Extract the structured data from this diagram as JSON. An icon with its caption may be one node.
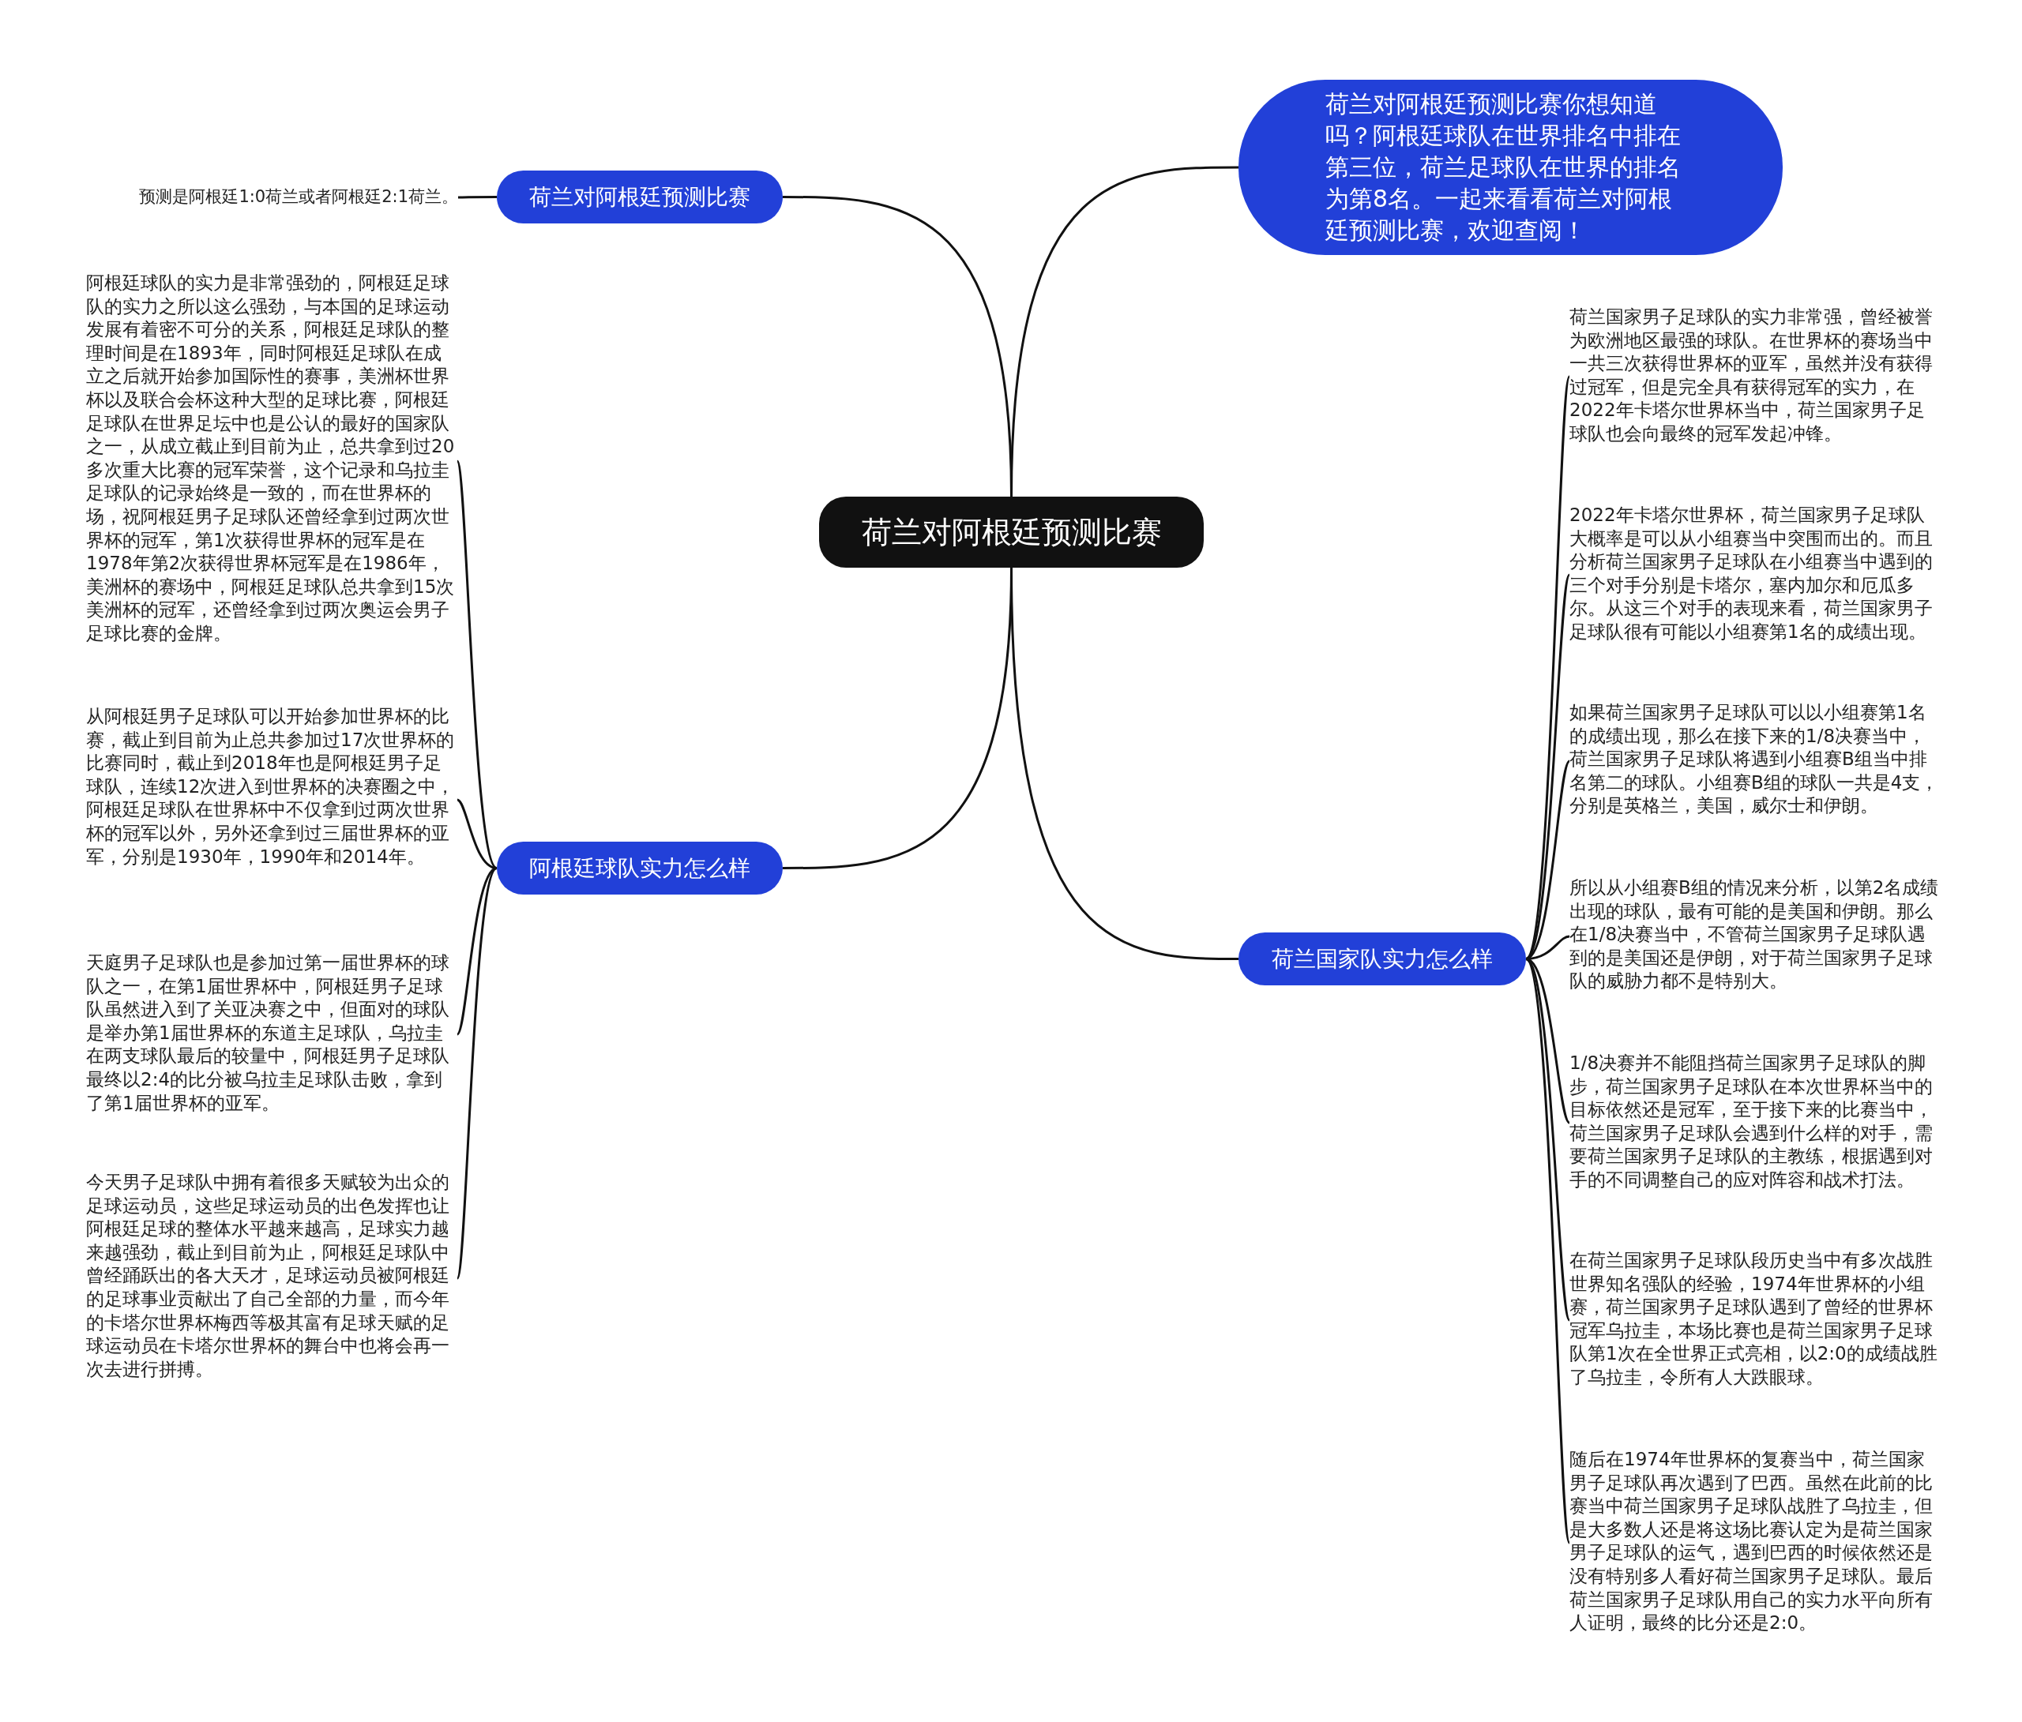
{
  "diagram": {
    "nodes": [
      {
        "text": [
          "荷兰对阿根廷预测比赛"
        ]
      },
      {
        "text": [
          "荷兰对阿根廷预测比赛你想知道吗？阿根廷球队在世界排名中排在第三位，荷兰足球队在世界的排名为第8名。一起来看看荷兰对阿根廷预测比赛，欢迎查阅！"
        ]
      },
      {
        "text": [
          "荷兰对阿根廷预测比赛"
        ]
      },
      {
        "text": [
          "预测是阿根廷1:0荷兰或者阿根廷2:1荷兰。"
        ]
      },
      {
        "text": [
          "阿根廷球队实力怎么样"
        ]
      },
      {
        "text": [
          "阿根廷球队的实力是非常强劲的，阿根廷足球队的实力之所以这么强劲，与本国的足球运动发展有着密不可分的关系，阿根廷足球队的整理时间是在1893年，同时阿根廷足球队在成立之后就开始参加国际性的赛事，美洲杯世界杯以及联合会杯这种大型的足球比赛，阿根廷足球队在世界足坛中也是公认的最好的国家队之一，从成立截止到目前为止，总共拿到过20多次重大比赛的冠军荣誉，这个记录和乌拉圭足球队的记录始终是一致的，而在世界杯的场，祝阿根廷男子足球队还曾经拿到过两次世界杯的冠军，第1次获得世界杯的冠军是在1978年第2次获得世界杯冠军是在1986年，美洲杯的赛场中，阿根廷足球队总共拿到15次美洲杯的冠军，还曾经拿到过两次奥运会男子足球比赛的金牌。"
        ]
      },
      {
        "text": [
          "从阿根廷男子足球队可以开始参加世界杯的比赛，截止到目前为止总共参加过17次世界杯的比赛同时，截止到2018年也是阿根廷男子足球队，连续12次进入到世界杯的决赛圈之中，阿根廷足球队在世界杯中不仅拿到过两次世界杯的冠军以外，另外还拿到过三届世界杯的亚军，分别是1930年，1990年和2014年。"
        ]
      },
      {
        "text": [
          "天庭男子足球队也是参加过第一届世界杯的球队之一，在第1届世界杯中，阿根廷男子足球队虽然进入到了关亚决赛之中，但面对的球队是举办第1届世界杯的东道主足球队，乌拉圭在两支球队最后的较量中，阿根廷男子足球队最终以2:4的比分被乌拉圭足球队击败，拿到了第1届世界杯的亚军。"
        ]
      },
      {
        "text": [
          "今天男子足球队中拥有着很多天赋较为出众的足球运动员，这些足球运动员的出色发挥也让阿根廷足球的整体水平越来越高，足球实力越来越强劲，截止到目前为止，阿根廷足球队中曾经踊跃出的各大天才，足球运动员被阿根廷的足球事业贡献出了自己全部的力量，而今年的卡塔尔世界杯梅西等极其富有足球天赋的足球运动员在卡塔尔世界杯的舞台中也将会再一次去进行拼搏。"
        ]
      },
      {
        "text": [
          "荷兰国家队实力怎么样"
        ]
      },
      {
        "text": [
          "荷兰国家男子足球队的实力非常强，曾经被誉为欧洲地区最强的球队。在世界杯的赛场当中一共三次获得世界杯的亚军，虽然并没有获得过冠军，但是完全具有获得冠军的实力，在2022年卡塔尔世界杯当中，荷兰国家男子足球队也会向最终的冠军发起冲锋。"
        ]
      },
      {
        "text": [
          "2022年卡塔尔世界杯，荷兰国家男子足球队大概率是可以从小组赛当中突围而出的。而且分析荷兰国家男子足球队在小组赛当中遇到的三个对手分别是卡塔尔，塞内加尔和厄瓜多尔。从这三个对手的表现来看，荷兰国家男子足球队很有可能以小组赛第1名的成绩出现。"
        ]
      },
      {
        "text": [
          "如果荷兰国家男子足球队可以以小组赛第1名的成绩出现，那么在接下来的1/8决赛当中，荷兰国家男子足球队将遇到小组赛B组当中排名第二的球队。小组赛B组的球队一共是4支，分别是英格兰，美国，威尔士和伊朗。"
        ]
      },
      {
        "text": [
          "所以从小组赛B组的情况来分析，以第2名成绩出现的球队，最有可能的是美国和伊朗。那么在1/8决赛当中，不管荷兰国家男子足球队遇到的是美国还是伊朗，对于荷兰国家男子足球队的威胁力都不是特别大。"
        ]
      },
      {
        "text": [
          "1/8决赛并不能阻挡荷兰国家男子足球队的脚步，荷兰国家男子足球队在本次世界杯当中的目标依然还是冠军，至于接下来的比赛当中，荷兰国家男子足球队会遇到什么样的对手，需要荷兰国家男子足球队的主教练，根据遇到对手的不同调整自己的应对阵容和战术打法。"
        ]
      },
      {
        "text": [
          "在荷兰国家男子足球队段历史当中有多次战胜世界知名强队的经验，1974年世界杯的小组赛，荷兰国家男子足球队遇到了曾经的世界杯冠军乌拉圭，本场比赛也是荷兰国家男子足球队第1次在全世界正式亮相，以2:0的成绩战胜了乌拉圭，令所有人大跌眼球。"
        ]
      },
      {
        "text": [
          "随后在1974年世界杯的复赛当中，荷兰国家男子足球队再次遇到了巴西。虽然在此前的比赛当中荷兰国家男子足球队战胜了乌拉圭，但是大多数人还是将这场比赛认定为是荷兰国家男子足球队的运气，遇到巴西的时候依然还是没有特别多人看好荷兰国家男子足球队。最后荷兰国家男子足球队用自己的实力水平向所有人证明，最终的比分还是2:0。"
        ]
      }
    ],
    "edges": [
      {
        "from": 0,
        "to": 1,
        "arrow": "none"
      },
      {
        "from": 0,
        "to": 2,
        "arrow": "none"
      },
      {
        "from": 2,
        "to": 3,
        "arrow": "none"
      },
      {
        "from": 0,
        "to": 4,
        "arrow": "none"
      },
      {
        "from": 4,
        "to": 5,
        "arrow": "none"
      },
      {
        "from": 4,
        "to": 6,
        "arrow": "none"
      },
      {
        "from": 4,
        "to": 7,
        "arrow": "none"
      },
      {
        "from": 4,
        "to": 8,
        "arrow": "none"
      },
      {
        "from": 0,
        "to": 9,
        "arrow": "none"
      },
      {
        "from": 9,
        "to": 10,
        "arrow": "none"
      },
      {
        "from": 9,
        "to": 11,
        "arrow": "none"
      },
      {
        "from": 9,
        "to": 12,
        "arrow": "none"
      },
      {
        "from": 9,
        "to": 13,
        "arrow": "none"
      },
      {
        "from": 9,
        "to": 14,
        "arrow": "none"
      },
      {
        "from": 9,
        "to": 15,
        "arrow": "none"
      },
      {
        "from": 9,
        "to": 16,
        "arrow": "none"
      }
    ]
  }
}
